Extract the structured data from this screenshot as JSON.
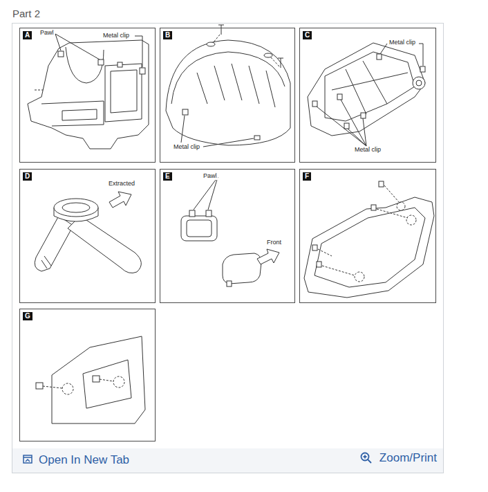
{
  "diagram": {
    "title": "Part 2",
    "nodes": [
      {
        "text": [
          "A"
        ]
      },
      {
        "text": [
          "B"
        ]
      },
      {
        "text": [
          "C"
        ]
      },
      {
        "text": [
          "D"
        ]
      },
      {
        "text": [
          "E"
        ]
      },
      {
        "text": [
          "F"
        ]
      },
      {
        "text": [
          "G"
        ]
      }
    ],
    "labels": [
      "Pawl",
      "Metal clip",
      "Metal clip",
      "Metal clip",
      "Metal clip",
      "Extracted",
      "Pawl",
      "Front",
      "Open In New Tab",
      "Zoom/Print"
    ]
  }
}
